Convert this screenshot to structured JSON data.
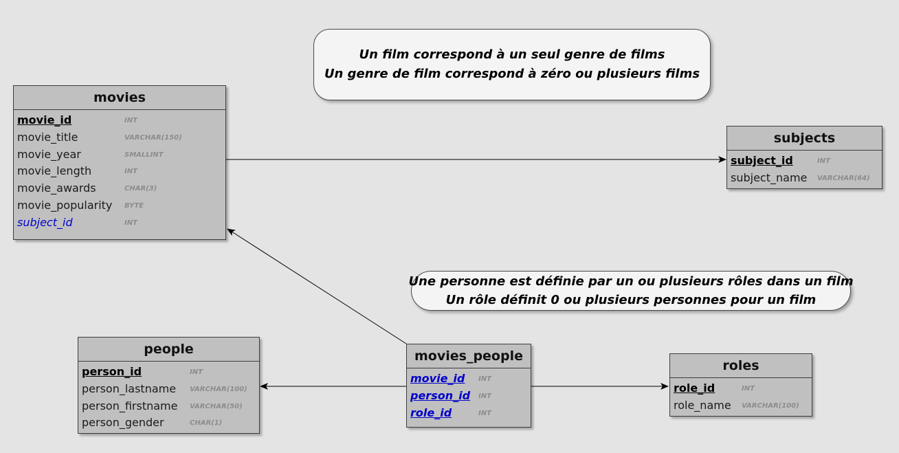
{
  "tables": {
    "movies": {
      "title": "movies",
      "fields": [
        {
          "name": "movie_id",
          "type": "INT",
          "kind": "pk"
        },
        {
          "name": "movie_title",
          "type": "VARCHAR(150)",
          "kind": "normal"
        },
        {
          "name": "movie_year",
          "type": "SMALLINT",
          "kind": "normal"
        },
        {
          "name": "movie_length",
          "type": "INT",
          "kind": "normal"
        },
        {
          "name": "movie_awards",
          "type": "CHAR(3)",
          "kind": "normal"
        },
        {
          "name": "movie_popularity",
          "type": "BYTE",
          "kind": "normal"
        },
        {
          "name": "subject_id",
          "type": "INT",
          "kind": "fk"
        }
      ]
    },
    "subjects": {
      "title": "subjects",
      "fields": [
        {
          "name": "subject_id",
          "type": "INT",
          "kind": "pk"
        },
        {
          "name": "subject_name",
          "type": "VARCHAR(64)",
          "kind": "normal"
        }
      ]
    },
    "people": {
      "title": "people",
      "fields": [
        {
          "name": "person_id",
          "type": "INT",
          "kind": "pk"
        },
        {
          "name": "person_lastname",
          "type": "VARCHAR(100)",
          "kind": "normal"
        },
        {
          "name": "person_firstname",
          "type": "VARCHAR(50)",
          "kind": "normal"
        },
        {
          "name": "person_gender",
          "type": "CHAR(1)",
          "kind": "normal"
        }
      ]
    },
    "movies_people": {
      "title": "movies_people",
      "fields": [
        {
          "name": "movie_id",
          "type": "INT",
          "kind": "pkfk"
        },
        {
          "name": "person_id",
          "type": "INT",
          "kind": "pkfk"
        },
        {
          "name": "role_id",
          "type": "INT",
          "kind": "pkfk"
        }
      ]
    },
    "roles": {
      "title": "roles",
      "fields": [
        {
          "name": "role_id",
          "type": "INT",
          "kind": "pk"
        },
        {
          "name": "role_name",
          "type": "VARCHAR(100)",
          "kind": "normal"
        }
      ]
    }
  },
  "notes": {
    "movie_subject": {
      "line1": "Un film correspond à un seul genre de films",
      "line2": "Un genre de film correspond à zéro ou plusieurs films"
    },
    "person_role": {
      "line1": "Une personne est définie par un ou plusieurs rôles dans un film",
      "line2": "Un rôle définit 0 ou plusieurs personnes pour un film"
    }
  },
  "colors": {
    "background": "#e4e4e4",
    "table_fill": "#c0c0c0",
    "note_fill": "#f4f4f4",
    "foreign_key_text": "#0000cc",
    "type_text": "#8c8c8c"
  }
}
